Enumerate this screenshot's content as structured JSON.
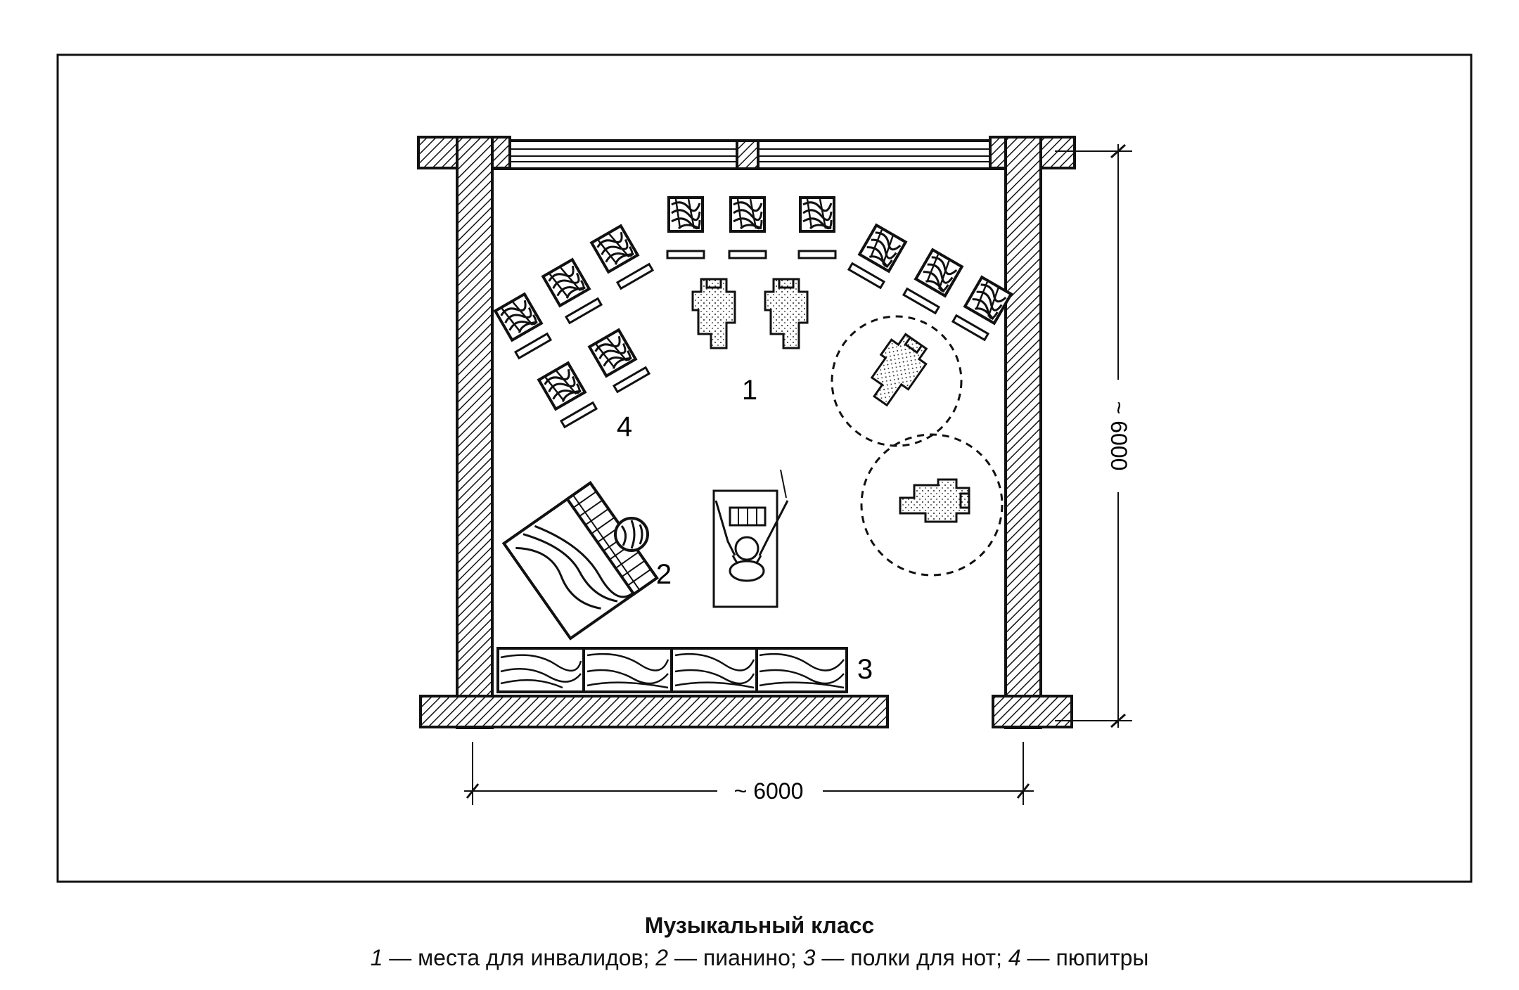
{
  "caption": {
    "title": "Музыкальный класс",
    "legend": [
      {
        "num": "1",
        "text": "места для инвалидов;"
      },
      {
        "num": "2",
        "text": "пианино;"
      },
      {
        "num": "3",
        "text": "полки для нот;"
      },
      {
        "num": "4",
        "text": "пюпитры"
      }
    ],
    "dash": "—"
  },
  "dimensions": {
    "width_label": "~ 6000",
    "height_label": "~ 6000"
  },
  "labels": {
    "seats": "1",
    "piano": "2",
    "shelves": "3",
    "music_stands": "4"
  }
}
